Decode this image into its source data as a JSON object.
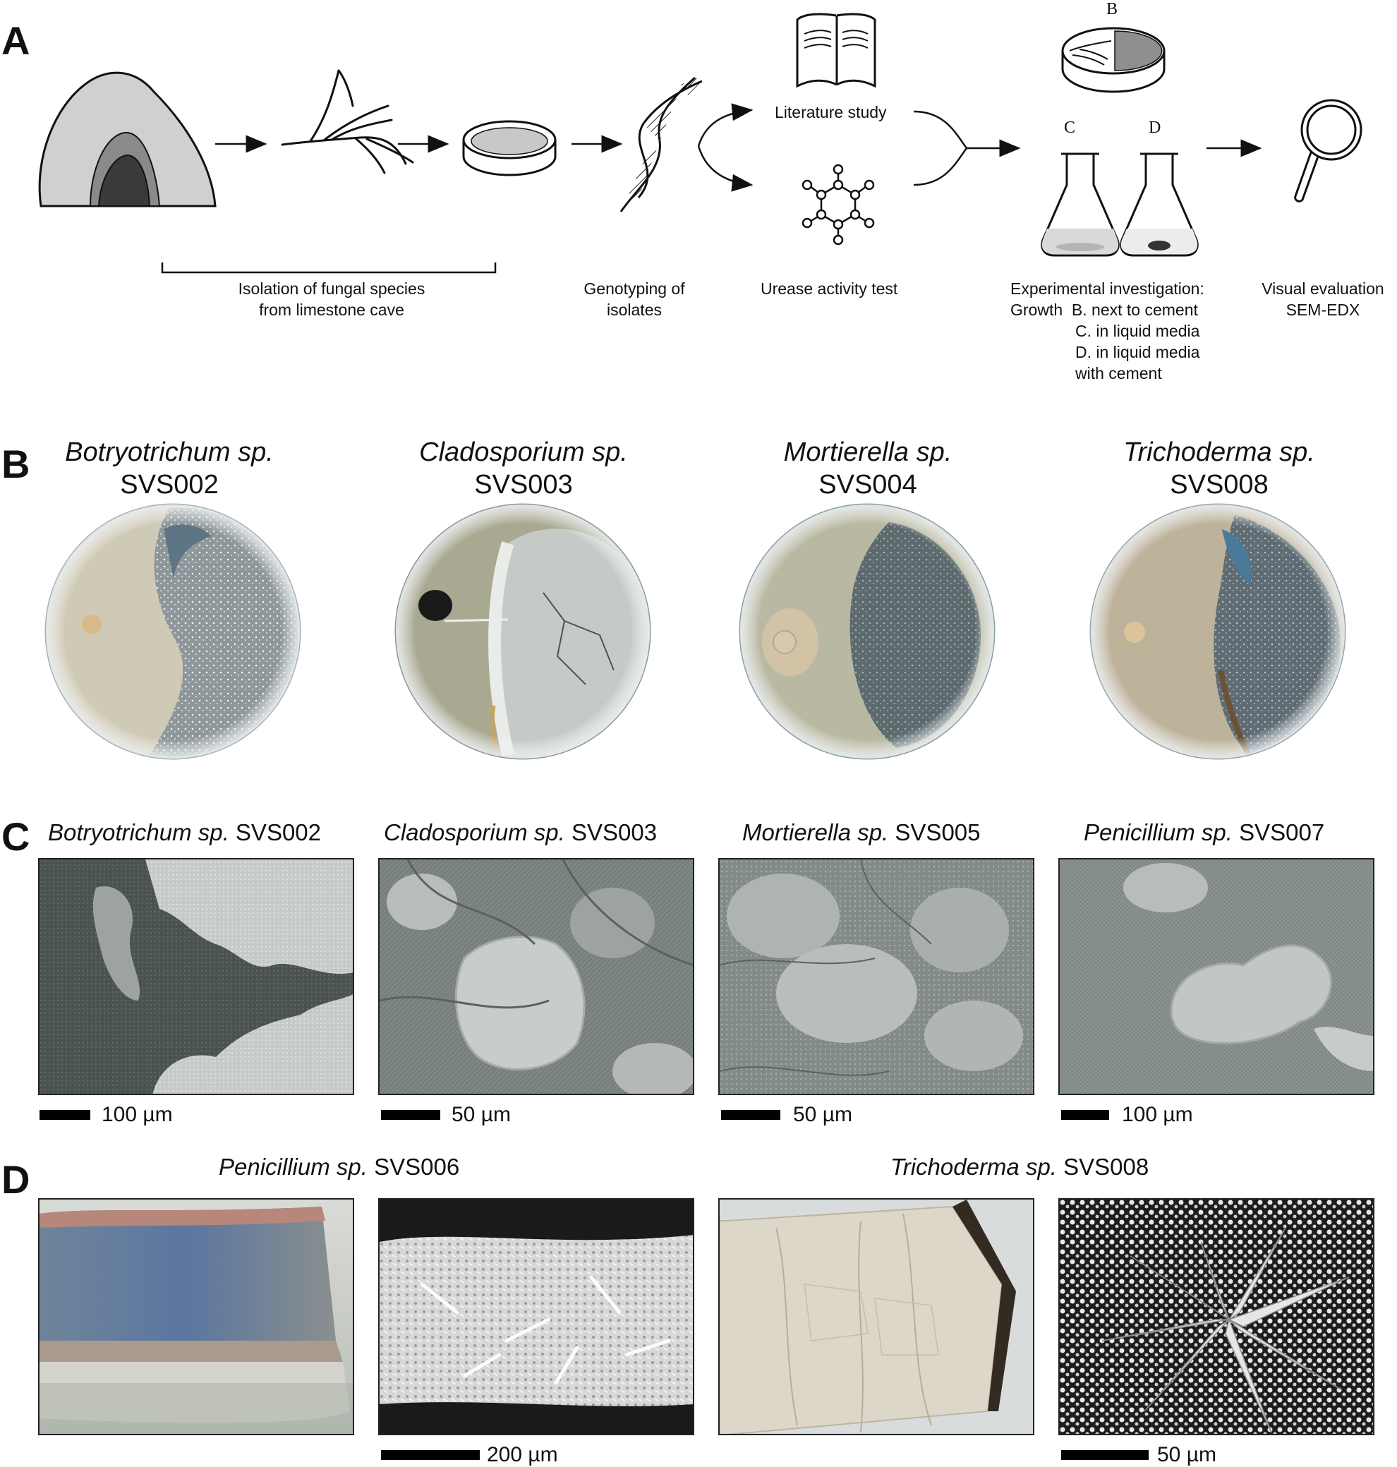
{
  "panel_labels": {
    "a": "A",
    "b": "B",
    "c": "C",
    "d": "D"
  },
  "panel_a": {
    "captions": {
      "isolation": [
        "Isolation of fungal species",
        "from limestone cave"
      ],
      "genotyping": [
        "Genotyping of",
        "isolates"
      ],
      "literature": "Literature study",
      "urease": "Urease activity test",
      "experimental": {
        "line1": "Experimental investigation:",
        "growth": "Growth",
        "items": [
          "B. next to cement",
          "C. in liquid media",
          "D. in liquid media",
          "with cement"
        ]
      },
      "visual": [
        "Visual evaluation",
        "SEM-EDX"
      ]
    },
    "icon_letters": {
      "b": "B",
      "c": "C",
      "d": "D"
    },
    "icons": [
      "cave-icon",
      "hyphae-icon",
      "petri-dish-icon",
      "dna-helix-icon",
      "book-icon",
      "molecule-icon",
      "split-petri-dish-icon",
      "flask-liquid-icon",
      "flask-cement-icon",
      "magnifier-icon"
    ]
  },
  "panel_b": [
    {
      "genus": "Botryotrichum sp.",
      "strain": "SVS002"
    },
    {
      "genus": "Cladosporium sp.",
      "strain": "SVS003"
    },
    {
      "genus": "Mortierella sp.",
      "strain": "SVS004"
    },
    {
      "genus": "Trichoderma sp.",
      "strain": "SVS008"
    }
  ],
  "panel_c": [
    {
      "genus": "Botryotrichum sp.",
      "strain": "SVS002",
      "scale": "100 µm"
    },
    {
      "genus": "Cladosporium sp.",
      "strain": "SVS003",
      "scale": "50 µm"
    },
    {
      "genus": "Mortierella sp.",
      "strain": "SVS005",
      "scale": "50 µm"
    },
    {
      "genus": "Penicillium sp.",
      "strain": "SVS007",
      "scale": "100 µm"
    }
  ],
  "panel_d": {
    "groups": [
      {
        "genus": "Penicillium sp.",
        "strain": "SVS006",
        "scale": "200 µm"
      },
      {
        "genus": "Trichoderma sp.",
        "strain": "SVS008",
        "scale": "50 µm"
      }
    ]
  }
}
